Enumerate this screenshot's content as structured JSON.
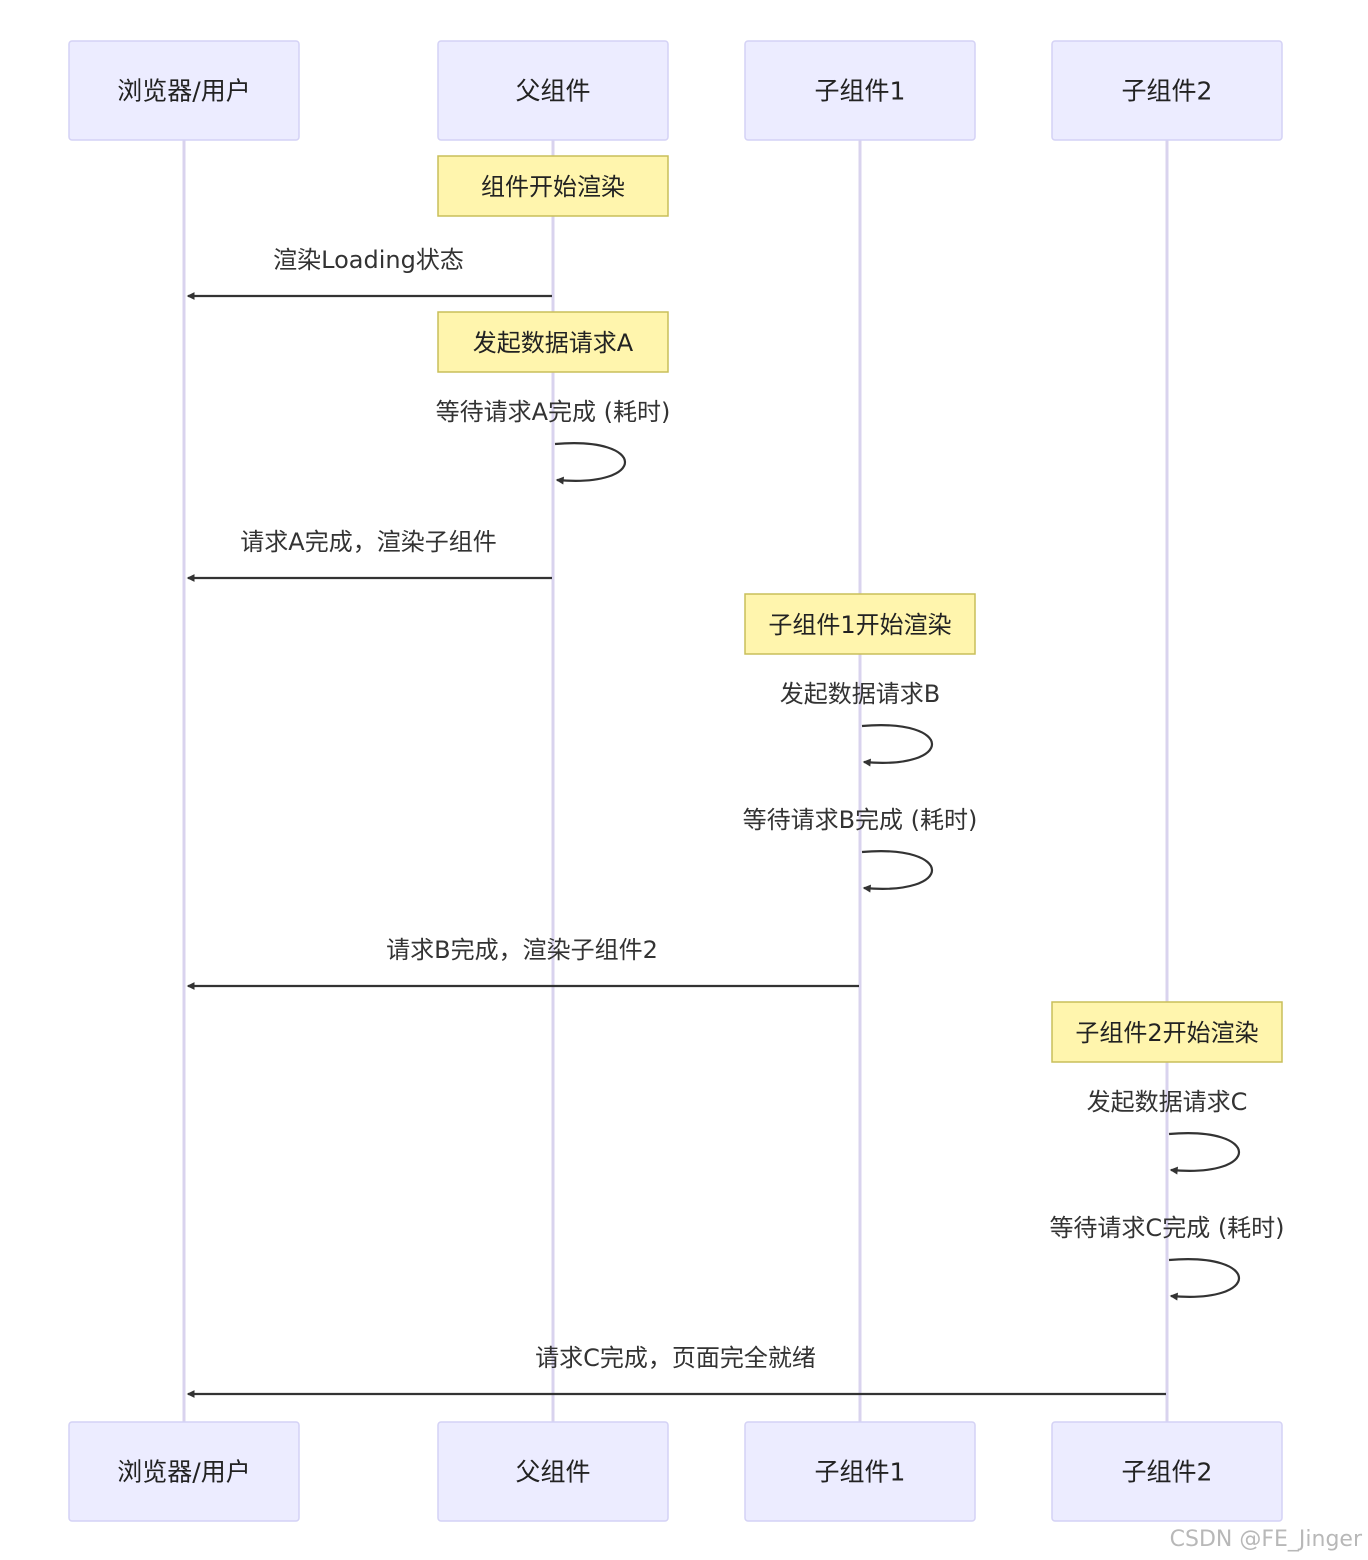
{
  "actors": [
    {
      "id": "browser",
      "label": "浏览器/用户"
    },
    {
      "id": "parent",
      "label": "父组件"
    },
    {
      "id": "child1",
      "label": "子组件1"
    },
    {
      "id": "child2",
      "label": "子组件2"
    }
  ],
  "events": [
    {
      "type": "note",
      "over": "parent",
      "text": "组件开始渲染"
    },
    {
      "type": "message",
      "from": "parent",
      "to": "browser",
      "text": "渲染Loading状态"
    },
    {
      "type": "note",
      "over": "parent",
      "text": "发起数据请求A"
    },
    {
      "type": "self",
      "on": "parent",
      "text": "等待请求A完成 (耗时)"
    },
    {
      "type": "message",
      "from": "parent",
      "to": "browser",
      "text": "请求A完成，渲染子组件"
    },
    {
      "type": "note",
      "over": "child1",
      "text": "子组件1开始渲染"
    },
    {
      "type": "self",
      "on": "child1",
      "text": "发起数据请求B"
    },
    {
      "type": "self",
      "on": "child1",
      "text": "等待请求B完成 (耗时)"
    },
    {
      "type": "message",
      "from": "child1",
      "to": "browser",
      "text": "请求B完成，渲染子组件2"
    },
    {
      "type": "note",
      "over": "child2",
      "text": "子组件2开始渲染"
    },
    {
      "type": "self",
      "on": "child2",
      "text": "发起数据请求C"
    },
    {
      "type": "self",
      "on": "child2",
      "text": "等待请求C完成 (耗时)"
    },
    {
      "type": "message",
      "from": "child2",
      "to": "browser",
      "text": "请求C完成，页面完全就绪"
    }
  ],
  "watermark": "CSDN @FE_Jinger"
}
